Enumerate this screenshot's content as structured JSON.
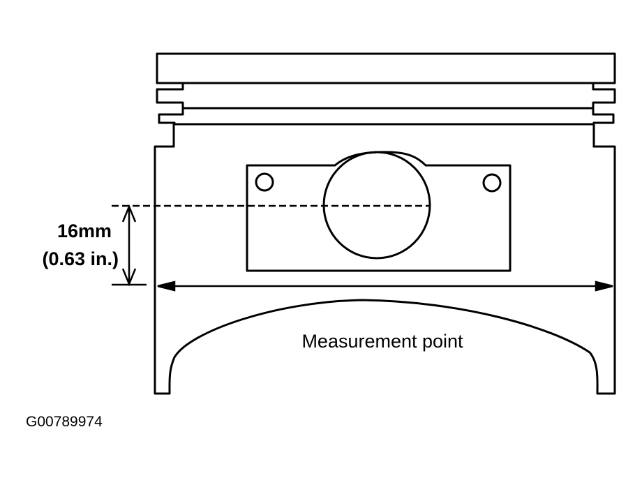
{
  "figure": {
    "dimension_mm": "16mm",
    "dimension_in": "(0.63 in.)",
    "measurement_label": "Measurement point",
    "figure_code": "G00789974"
  },
  "colors": {
    "line": "#000000",
    "background": "#ffffff"
  }
}
